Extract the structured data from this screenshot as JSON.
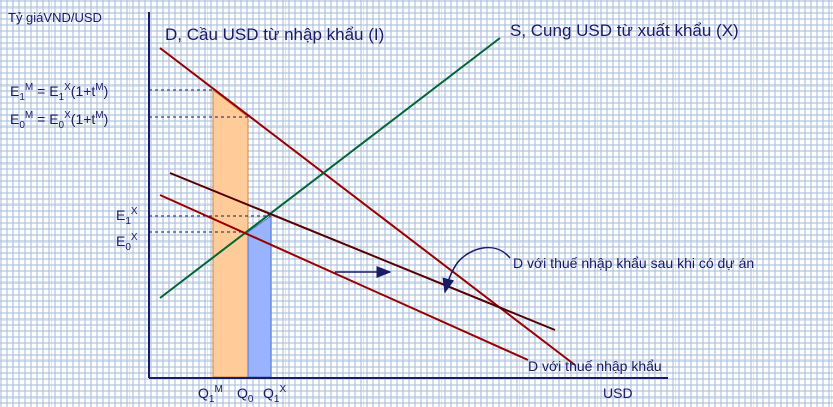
{
  "axes": {
    "y_label": "Tỷ giáVND/USD",
    "x_label": "USD"
  },
  "curves": {
    "demand_import": "D, Cầu USD từ nhập khẩu (I)",
    "supply_export": "S, Cung USD từ xuất khẩu (X)",
    "demand_with_tariff_after_project": "D với thuế nhập khẩu sau khi có dự án",
    "demand_with_tariff": "D với thuế nhập khẩu"
  },
  "price_levels": {
    "e1m": {
      "base": "E",
      "sub": "1",
      "sup": "M",
      "eq": " = E",
      "sub2": "1",
      "sup2": "X",
      "tail1": "(1+t",
      "sup3": "M",
      "tail2": ")"
    },
    "e0m": {
      "base": "E",
      "sub": "0",
      "sup": "M",
      "eq": " = E",
      "sub2": "0",
      "sup2": "X",
      "tail1": "(1+t",
      "sup3": "M",
      "tail2": ")"
    },
    "e1x": {
      "base": "E",
      "sub": "1",
      "sup": "X"
    },
    "e0x": {
      "base": "E",
      "sub": "0",
      "sup": "X"
    }
  },
  "quantity_levels": {
    "q1m": {
      "base": "Q",
      "sub": "1",
      "sup": "M"
    },
    "q0": {
      "base": "Q",
      "sub": "0"
    },
    "q1x": {
      "base": "Q",
      "sub": "1",
      "sup": "X"
    }
  },
  "colors": {
    "axis": "#1a1a66",
    "demand": "#990000",
    "demand_after": "#550000",
    "supply": "#006633",
    "orange_fill": "#ffcc99",
    "blue_fill": "#99b3ff",
    "text": "#1a1a66"
  }
}
